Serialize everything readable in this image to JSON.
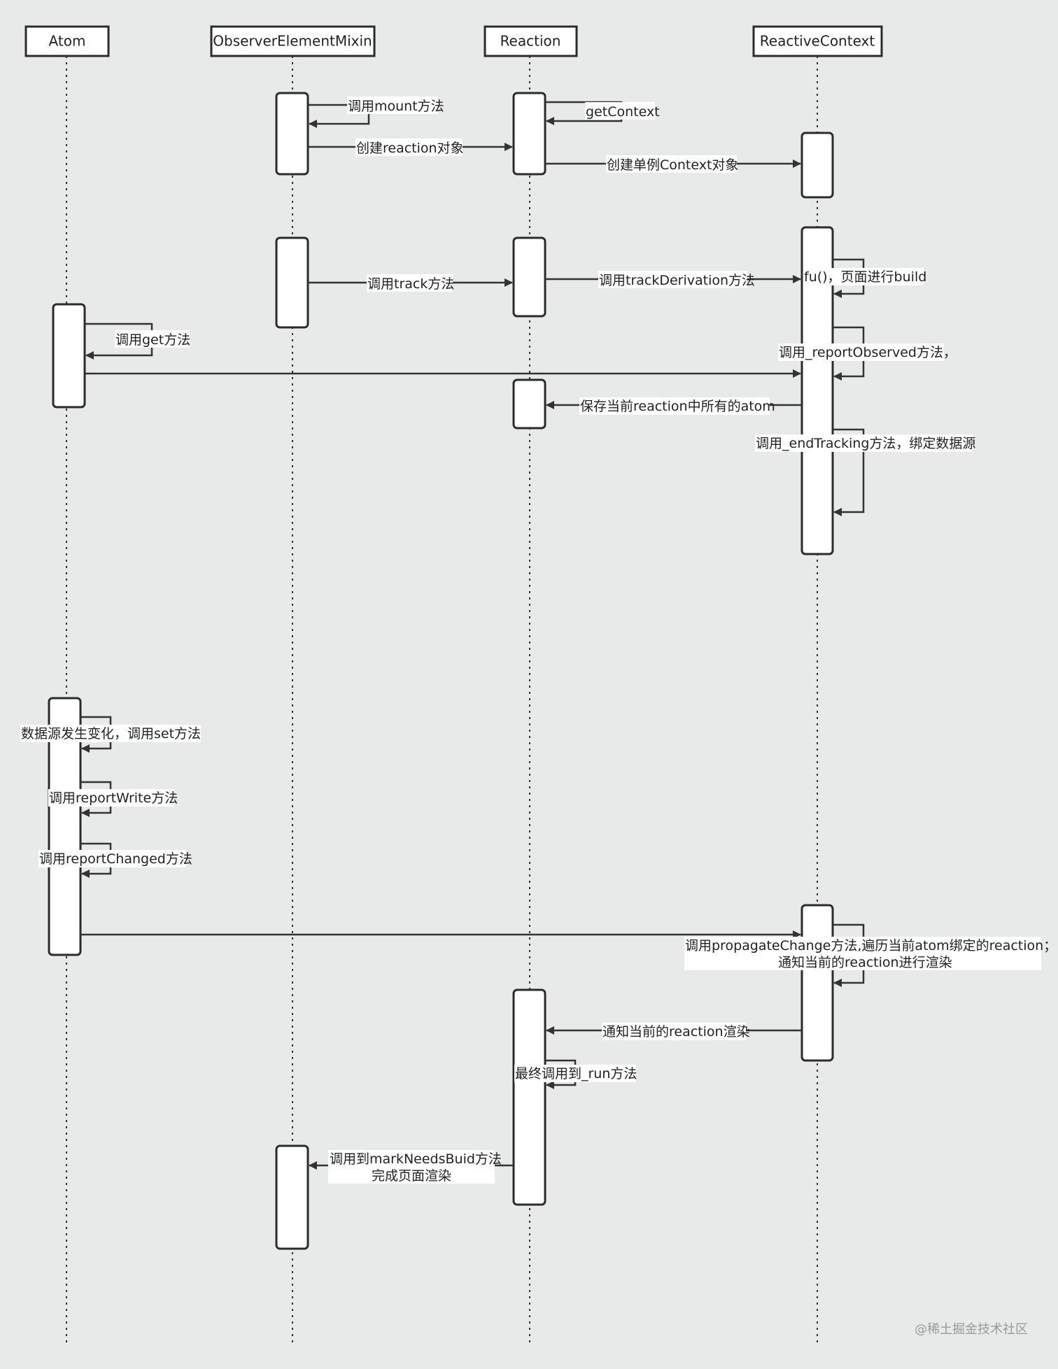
{
  "participants": [
    {
      "id": "atom",
      "label": "Atom"
    },
    {
      "id": "mixin",
      "label": "ObserverElementMixin"
    },
    {
      "id": "reaction",
      "label": "Reaction"
    },
    {
      "id": "context",
      "label": "ReactiveContext"
    }
  ],
  "messages": [
    {
      "id": "mount",
      "text": "调用mount方法"
    },
    {
      "id": "getContext",
      "text": "getContext"
    },
    {
      "id": "create-reaction",
      "text": "创建reaction对象"
    },
    {
      "id": "create-context",
      "text": "创建单例Context对象"
    },
    {
      "id": "track",
      "text": "调用track方法"
    },
    {
      "id": "trackDerivation",
      "text": "调用trackDerivation方法"
    },
    {
      "id": "fu-build",
      "text": "fu()，页面进行build"
    },
    {
      "id": "get",
      "text": "调用get方法"
    },
    {
      "id": "reportObserved",
      "text": "调用_reportObserved方法，"
    },
    {
      "id": "save-atoms",
      "text": "保存当前reaction中所有的atom"
    },
    {
      "id": "endTracking",
      "text": "调用_endTracking方法，绑定数据源"
    },
    {
      "id": "set",
      "text": "数据源发生变化，调用set方法"
    },
    {
      "id": "reportWrite",
      "text": "调用reportWrite方法"
    },
    {
      "id": "reportChanged",
      "text": "调用reportChanged方法"
    },
    {
      "id": "propagate-1",
      "text": "调用propagateChange方法,遍历当前atom绑定的reaction；"
    },
    {
      "id": "propagate-2",
      "text": "通知当前的reaction进行渲染"
    },
    {
      "id": "notify",
      "text": "通知当前的reaction渲染"
    },
    {
      "id": "run",
      "text": "最终调用到_run方法"
    },
    {
      "id": "markNeedsBuild-1",
      "text": "调用到markNeedsBuid方法"
    },
    {
      "id": "markNeedsBuild-2",
      "text": "完成页面渲染"
    }
  ],
  "watermark": "@稀土掘金技术社区"
}
